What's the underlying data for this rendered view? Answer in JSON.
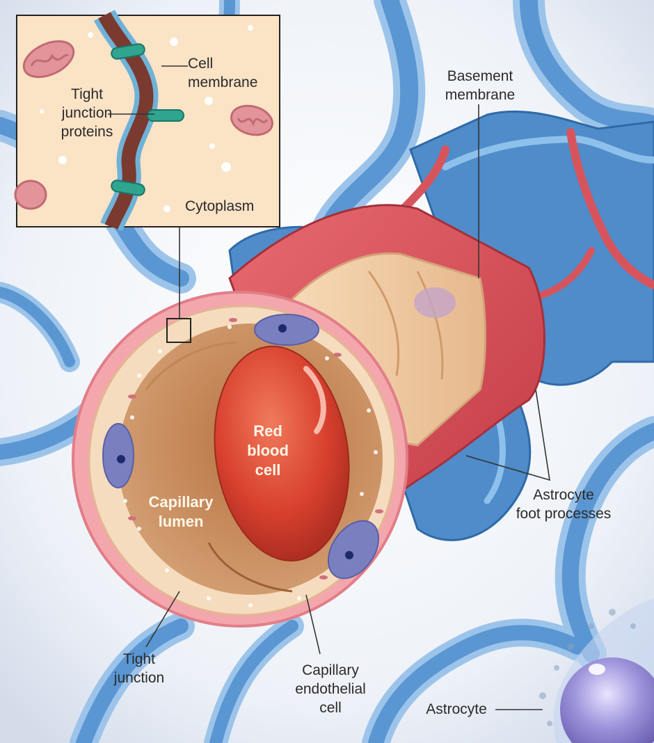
{
  "labels": {
    "cell_membrane": "Cell\nmembrane",
    "tight_junction_proteins": "Tight\njunction\nproteins",
    "cytoplasm": "Cytoplasm",
    "basement_membrane": "Basement\nmembrane",
    "red_blood_cell": "Red\nblood\ncell",
    "capillary_lumen": "Capillary\nlumen",
    "astrocyte_foot_processes": "Astrocyte\nfoot processes",
    "tight_junction": "Tight\njunction",
    "capillary_endothelial_cell": "Capillary\nendothelial\ncell",
    "astrocyte": "Astrocyte"
  },
  "colors": {
    "background": "#e8ecf3",
    "astrocyte_blue": "#4f8cc9",
    "astrocyte_light": "#a9cdee",
    "basement_membrane": "#d8545c",
    "endothelium": "#f2d2b0",
    "red_blood_cell": "#d8402e",
    "inset_bg": "#fbe3c6",
    "membrane_blue": "#6fb2d8",
    "junction_protein": "#2fa590",
    "nucleus": "#7a7fc0",
    "astrocyte_soma": "#8f86d0"
  }
}
